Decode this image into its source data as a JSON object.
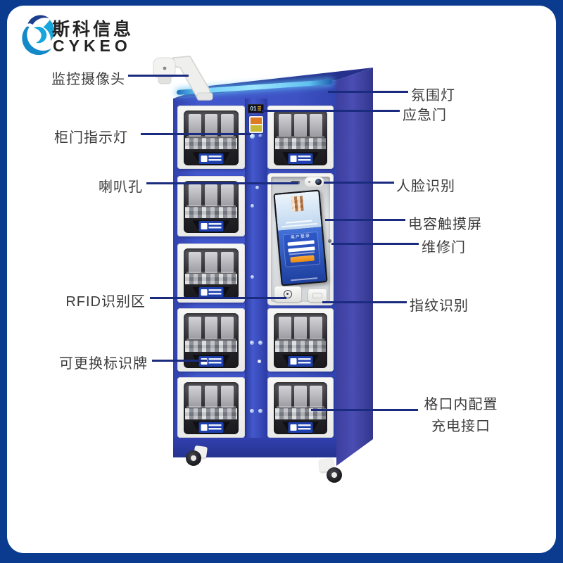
{
  "brand": {
    "name_cn": "斯科信息",
    "name_en": "CYKEO"
  },
  "callouts": {
    "left": [
      {
        "id": "surveillance-camera",
        "label": "监控摄像头"
      },
      {
        "id": "door-indicator-light",
        "label": "柜门指示灯"
      },
      {
        "id": "speaker-hole",
        "label": "喇叭孔"
      },
      {
        "id": "rfid-zone",
        "label": "RFID识别区"
      },
      {
        "id": "replaceable-sign",
        "label": "可更换标识牌"
      }
    ],
    "right": [
      {
        "id": "ambient-light",
        "label": "氛围灯"
      },
      {
        "id": "emergency-door",
        "label": "应急门"
      },
      {
        "id": "face-recognition",
        "label": "人脸识别"
      },
      {
        "id": "capacitive-touchscreen",
        "label": "电容触摸屏"
      },
      {
        "id": "maintenance-door",
        "label": "维修门"
      },
      {
        "id": "fingerprint-reader",
        "label": "指纹识别"
      },
      {
        "id": "charging-port",
        "line1": "格口内配置",
        "line2": "充电接口"
      }
    ]
  },
  "machine": {
    "indicator_display": "01",
    "screen": {
      "login_title": "用户登录"
    }
  },
  "colors": {
    "frame_navy": "#0b3b8f",
    "cabinet_blue": "#3e52c4",
    "side_panel": "#4245a2",
    "led_strip": "#6fd0f8",
    "locker_label_blue": "#1d3fae",
    "screen_button_orange": "#f29a1e",
    "callout_line": "#1b2c80"
  }
}
